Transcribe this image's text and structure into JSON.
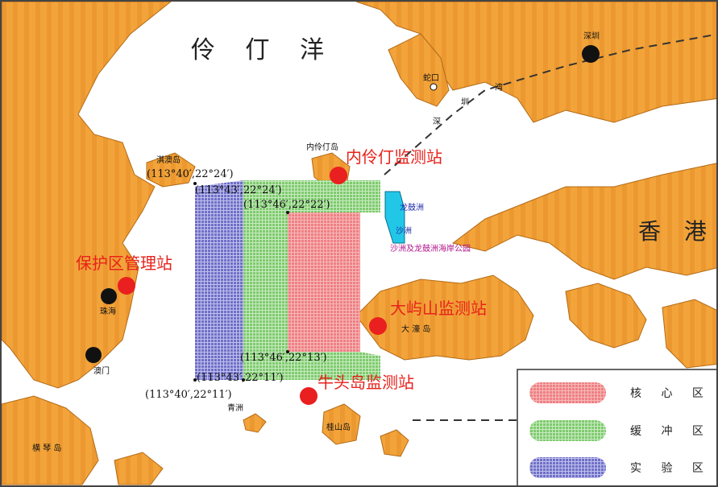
{
  "sea_name": "伶 仃 洋",
  "hk_name": "香 港",
  "places": {
    "shenzhen": "深圳",
    "shekou": "蛇口",
    "shenzhen_bay_1": "深",
    "shenzhen_bay_2": "圳",
    "shenzhen_bay_3": "湾",
    "neilingding": "内伶仃岛",
    "qiao": "淇澳岛",
    "zhuhai": "珠海",
    "macau": "澳门",
    "hengqin": "横 琴 岛",
    "qingzhou": "青洲",
    "guishan": "桂山岛",
    "dahao": "大 濠 岛",
    "longgu": "龙鼓洲",
    "shazhou": "沙洲",
    "park": "沙洲及龙鼓洲海岸公园"
  },
  "stations": {
    "neilingding_station": "内伶仃监测站",
    "reserve_management": "保护区管理站",
    "dayushan_station": "大屿山监测站",
    "niutoudao_station": "牛头岛监测站"
  },
  "coords": {
    "nw_outer": "(113°40′,22°24′)",
    "nw_inner": "(113°43′,22°24′)",
    "core_nw": "(113°46′,22°22′)",
    "core_sw": "(113°46′,22°13′)",
    "sw_inner": "(113°43′,22°11′)",
    "sw_outer": "(113°40′,22°11′)"
  },
  "legend": {
    "core": "核 心 区",
    "buffer": "缓 冲 区",
    "experimental": "实 验 区"
  },
  "colors": {
    "land": "#f2a43a",
    "land_stripe": "#e9932a",
    "sea": "#ffffff",
    "core": "#f08b8b",
    "buffer": "#8fd17f",
    "experimental": "#7f7fd0",
    "station": "#ea1f1f",
    "city": "#111111",
    "park": "#22c7e8"
  }
}
